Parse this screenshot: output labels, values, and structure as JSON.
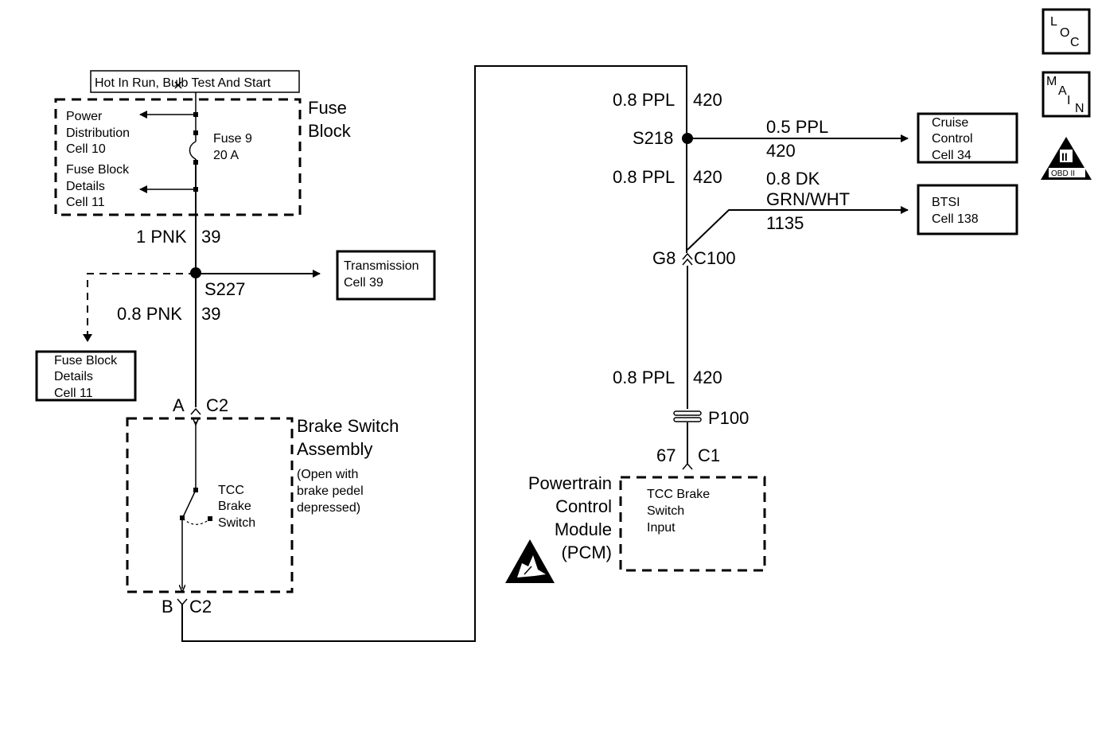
{
  "icons": {
    "loc_letters": [
      "L",
      "O",
      "C"
    ],
    "main_letters": [
      "M",
      "A",
      "I",
      "N"
    ],
    "obd": {
      "roman": "II",
      "label": "OBD II"
    }
  },
  "power_source": "Hot In Run, Bulb Test And Start",
  "fuse_block": {
    "title_lines": [
      "Fuse",
      "Block"
    ],
    "ref_power_lines": [
      "Power",
      "Distribution",
      "Cell 10"
    ],
    "ref_details_lines": [
      "Fuse Block",
      "Details",
      "Cell 11"
    ],
    "fuse_lines": [
      "Fuse 9",
      "20 A"
    ]
  },
  "left_circuit": {
    "wire_upper": {
      "gauge_color": "1 PNK",
      "circuit": "39"
    },
    "splice": "S227",
    "wire_lower": {
      "gauge_color": "0.8 PNK",
      "circuit": "39"
    },
    "transmission_ref_lines": [
      "Transmission",
      "Cell 39"
    ],
    "fuse_details_ref_lines": [
      "Fuse Block",
      "Details",
      "Cell 11"
    ]
  },
  "brake_switch": {
    "conn_top": {
      "pin": "A",
      "connector": "C2"
    },
    "title_lines": [
      "Brake Switch",
      "Assembly"
    ],
    "note_lines": [
      "(Open with",
      "brake pedel",
      "depressed)"
    ],
    "switch_lines": [
      "TCC",
      "Brake",
      "Switch"
    ],
    "conn_bottom": {
      "pin": "B",
      "connector": "C2"
    }
  },
  "right_circuit": {
    "wire_top": {
      "gauge_color": "0.8 PPL",
      "circuit": "420"
    },
    "splice": "S218",
    "cruise_wire": {
      "gauge_color": "0.5 PPL",
      "circuit": "420"
    },
    "cruise_ref_lines": [
      "Cruise",
      "Control",
      "Cell 34"
    ],
    "wire_mid": {
      "gauge_color": "0.8 PPL",
      "circuit": "420"
    },
    "btsi_wire_lines": [
      "0.8 DK",
      "GRN/WHT",
      "1135"
    ],
    "btsi_ref_lines": [
      "BTSI",
      "Cell 138"
    ],
    "conn_g8": {
      "pin": "G8",
      "connector": "C100"
    },
    "wire_lower": {
      "gauge_color": "0.8 PPL",
      "circuit": "420"
    },
    "passthrough": "P100",
    "pcm_conn": {
      "pin": "67",
      "connector": "C1"
    }
  },
  "pcm": {
    "title_lines": [
      "Powertrain",
      "Control",
      "Module",
      "(PCM)"
    ],
    "input_lines": [
      "TCC Brake",
      "Switch",
      "Input"
    ]
  }
}
